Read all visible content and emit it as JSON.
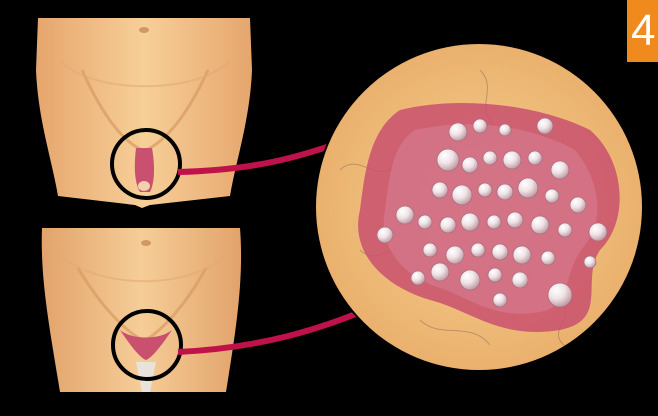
{
  "badge": {
    "number": "4",
    "color": "#f08a1c"
  },
  "colors": {
    "background": "#000000",
    "skin": "#f3c58e",
    "skin_shadow": "#d99a63",
    "lesion_area": "#c9506f",
    "arrow": "#c0124a",
    "magnifier_bg": "#f2bf7c"
  },
  "icons": {
    "upper_figure": "male-pelvis-illustration",
    "lower_figure": "female-pelvis-illustration",
    "magnified_view": "blister-cluster-closeup",
    "arrows": "pointer-arrow"
  }
}
